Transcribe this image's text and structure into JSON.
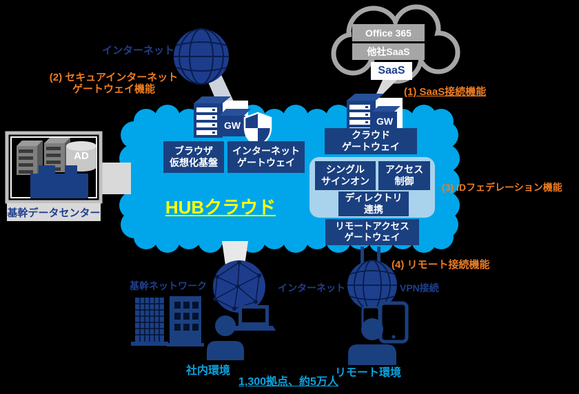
{
  "diagram": {
    "title": "HUBクラウド",
    "internet_top_label": "インターネット",
    "gw_label": "GW",
    "features": [
      {
        "label": "(1) SaaS接続機能"
      },
      {
        "label": "(2) セキュアインターネット\nゲートウェイ機能"
      },
      {
        "label": "(3) IDフェデレーション機能"
      },
      {
        "label": "(4) リモート接続機能"
      }
    ],
    "saas_cloud": {
      "services": [
        {
          "name": "Office 365"
        },
        {
          "name": "他社SaaS"
        }
      ],
      "tag": "SaaS"
    },
    "datacenter": {
      "label": "基幹データセンター",
      "ad_label": "AD"
    },
    "cloud_boxes": {
      "browser_virtualization": "ブラウザ\n仮想化基盤",
      "internet_gateway": "インターネット\nゲートウェイ",
      "cloud_gateway": "クラウド\nゲートウェイ",
      "single_sign_on": "シングル\nサインオン",
      "access_control": "アクセス\n制御",
      "directory_link": "ディレクトリ\n連携",
      "remote_access_gateway": "リモートアクセス\nゲートウェイ"
    },
    "bottom": {
      "core_network": "基幹ネットワーク",
      "internet": "インターネット",
      "vpn": "VPN接続",
      "office_env": "社内環境",
      "remote_env": "リモート環境",
      "sites_note": "1,300拠点、約5万人"
    }
  },
  "colors": {
    "cloud_blue": "#00A6E9",
    "navy": "#1B4080",
    "navy_icon": "#1E3C8C",
    "light_blue_panel": "#A9D2ED",
    "orange": "#EE7D22",
    "yellow": "#FFFF00",
    "bright_blue_text": "#0AA2DF",
    "gray": "#A6A6A6",
    "light_gray": "#D9D9D9"
  }
}
